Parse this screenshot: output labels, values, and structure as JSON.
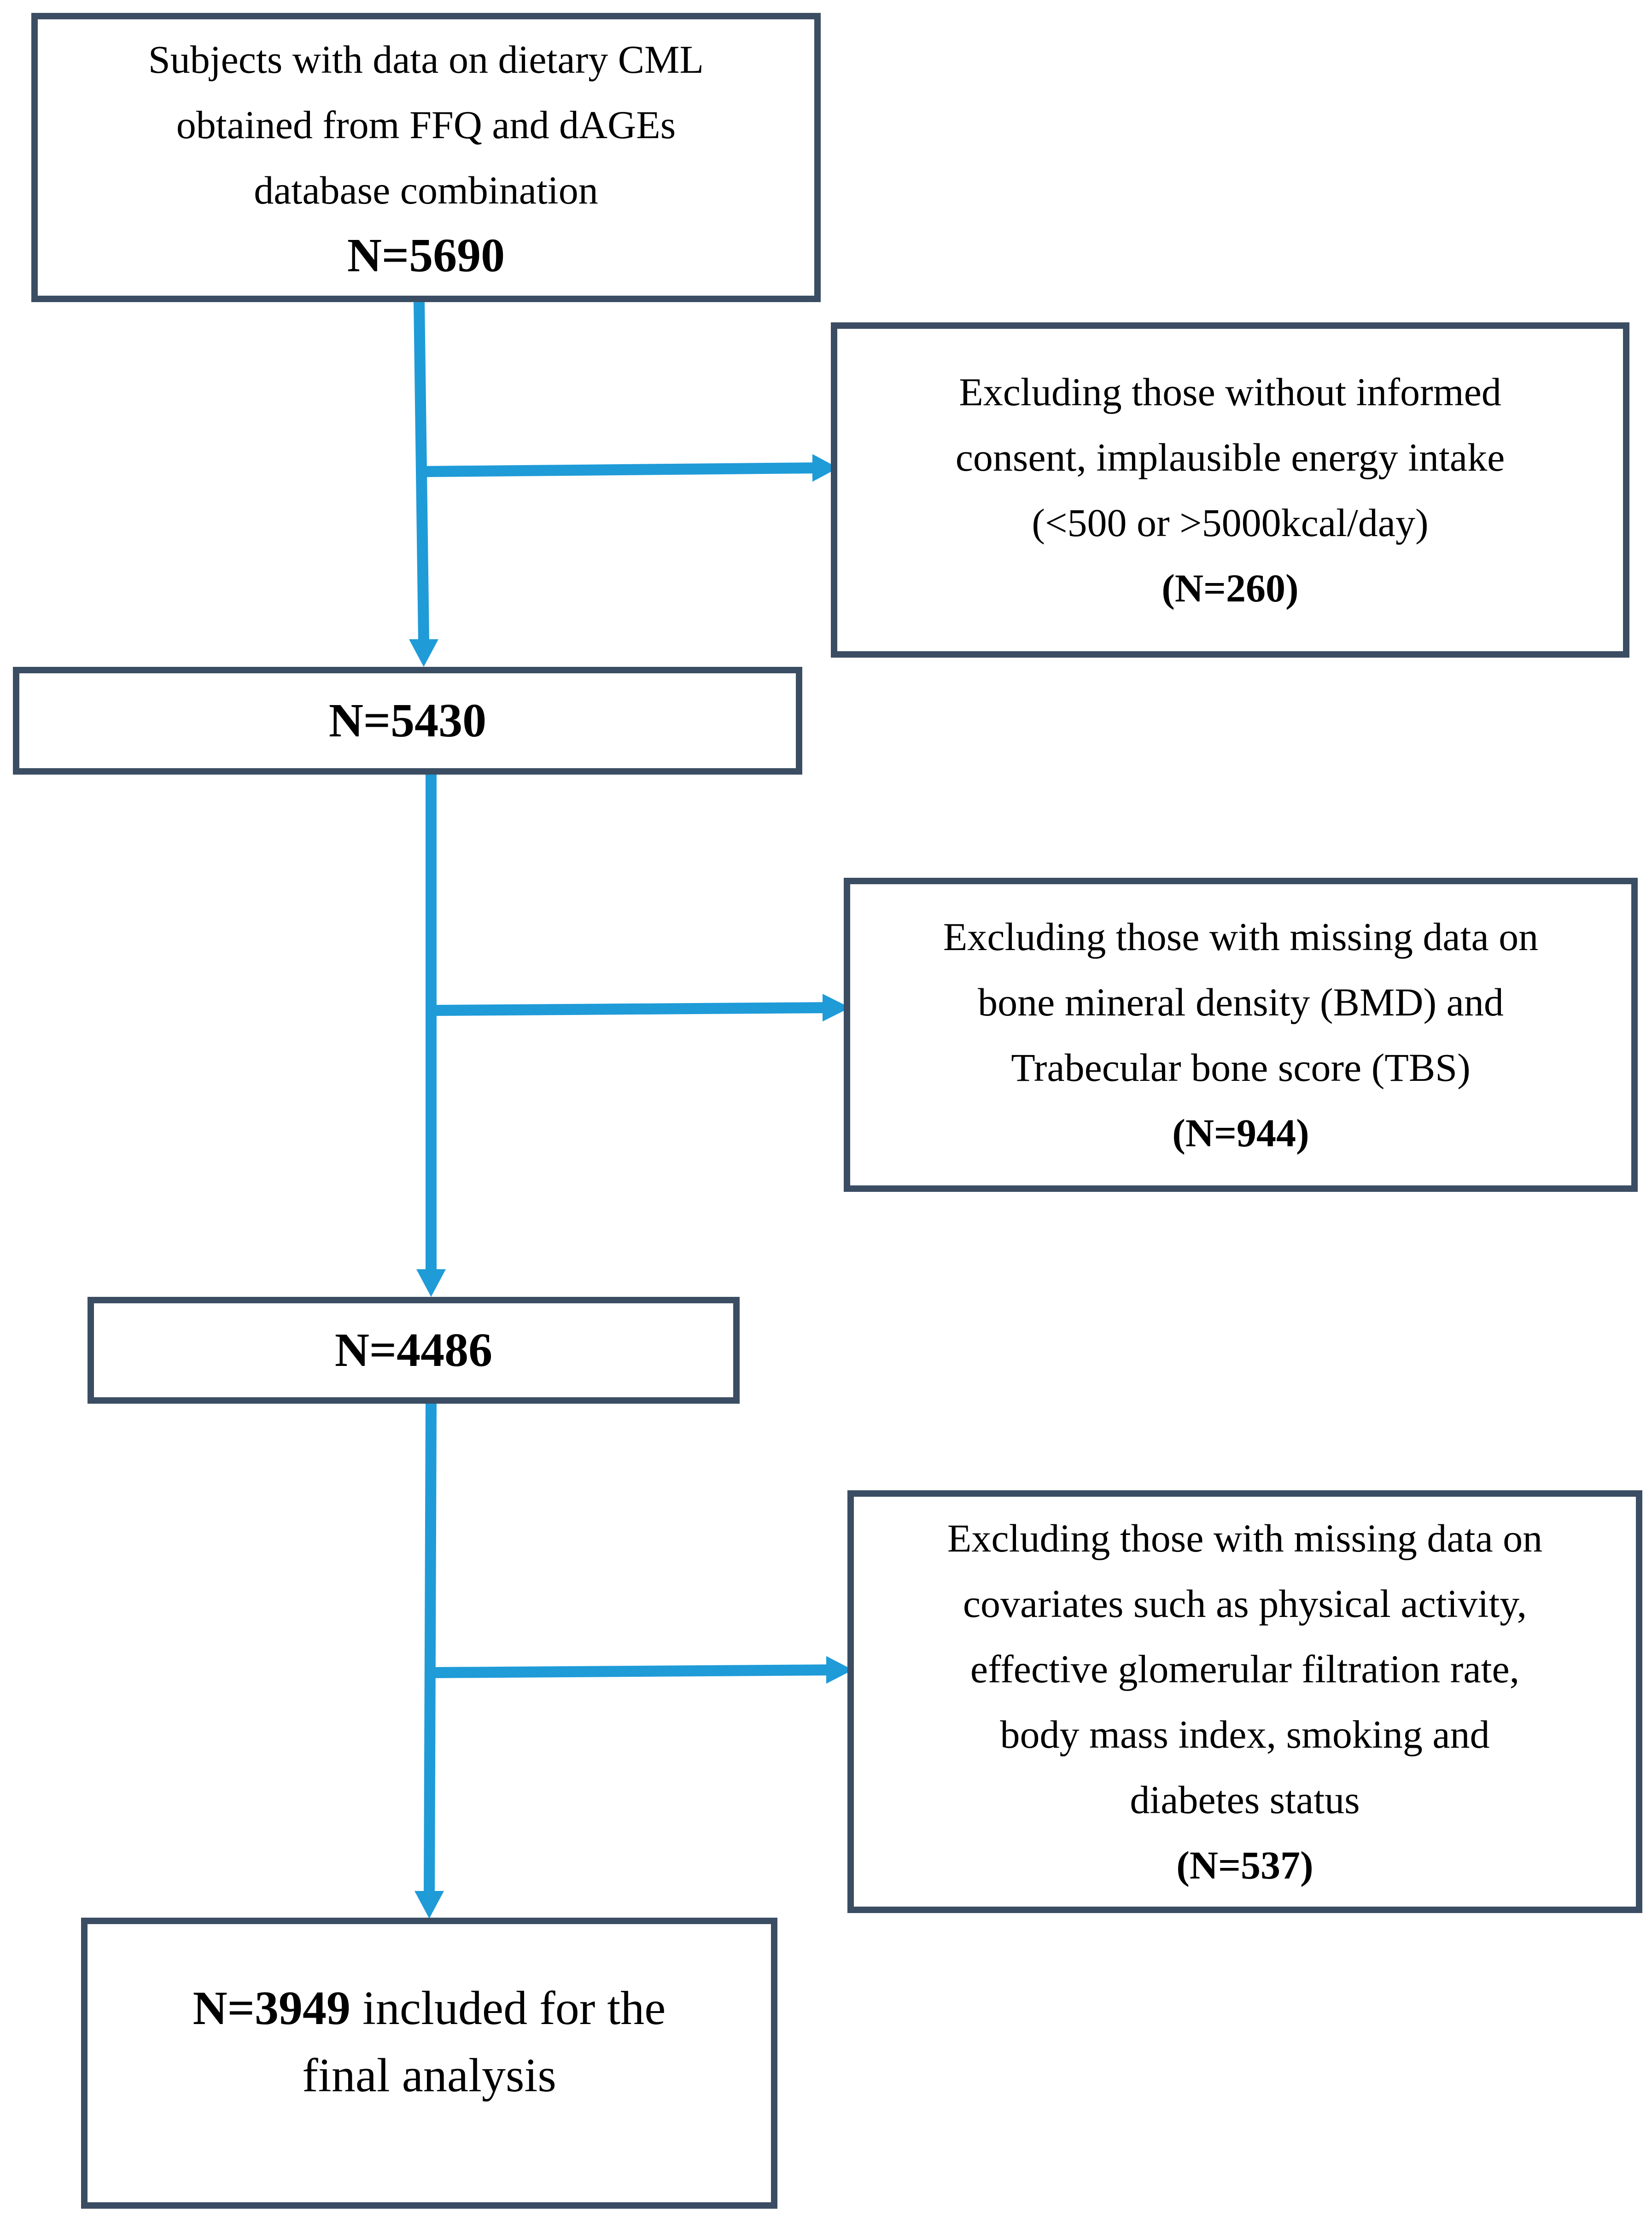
{
  "boxes": {
    "start": {
      "lines": [
        "Subjects with data on dietary CML",
        "obtained from FFQ and dAGEs",
        "database combination"
      ],
      "count": "N=5690"
    },
    "exclusion_1": {
      "lines": [
        "Excluding those without informed",
        "consent, implausible energy intake",
        "(<500 or >5000kcal/day)"
      ],
      "count": "(N=260)"
    },
    "remaining_1": {
      "count": "N=5430"
    },
    "exclusion_2": {
      "lines": [
        "Excluding those with missing data on",
        "bone mineral density (BMD) and",
        "Trabecular bone score (TBS)"
      ],
      "count": "(N=944)"
    },
    "remaining_2": {
      "count": "N=4486"
    },
    "exclusion_3": {
      "lines": [
        "Excluding those with missing data on",
        "covariates such as physical activity,",
        "effective glomerular filtration rate,",
        "body mass index, smoking and",
        "diabetes status"
      ],
      "count": "(N=537)"
    },
    "final": {
      "count": "N=3949",
      "line_1_rest": " included for the",
      "line_2": "final analysis"
    }
  },
  "colors": {
    "box_border": "#3b4d63",
    "arrow": "#1f9bd8",
    "text": "#000000",
    "background": "#ffffff"
  }
}
